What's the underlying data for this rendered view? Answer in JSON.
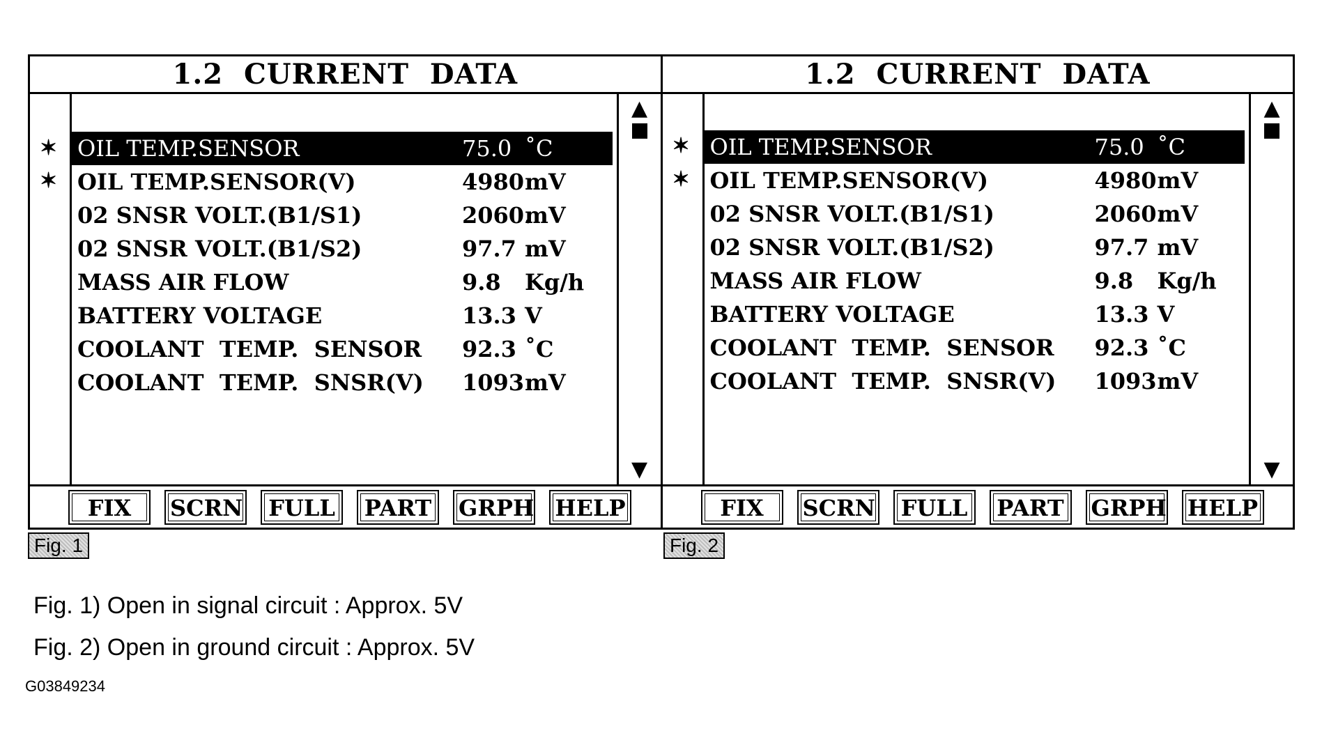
{
  "panels": [
    {
      "title": "1.2  CURRENT  DATA",
      "markers": [
        "✶",
        "✶"
      ],
      "rows": [
        {
          "name": "OIL TEMP.SENSOR",
          "value": "75.0",
          "unit": "˚C",
          "selected": true
        },
        {
          "name": "OIL TEMP.SENSOR(V)",
          "value": "4980",
          "unit": "mV"
        },
        {
          "name": "02 SNSR VOLT.(B1/S1)",
          "value": "2060.",
          "unit": "mV"
        },
        {
          "name": "02 SNSR VOLT.(B1/S2)",
          "value": "97.7",
          "unit": "mV"
        },
        {
          "name": "MASS AIR FLOW",
          "value": "9.8",
          "unit": "Kg/h"
        },
        {
          "name": "BATTERY VOLTAGE",
          "value": "13.3",
          "unit": "V"
        },
        {
          "name": "COOLANT  TEMP.  SENSOR",
          "value": "92.3",
          "unit": "˚C"
        },
        {
          "name": "COOLANT  TEMP.  SNSR(V)",
          "value": "1093",
          "unit": "mV"
        }
      ],
      "scroll": {
        "up": "▲",
        "down": "▼"
      },
      "buttons": [
        "FIX",
        "SCRN",
        "FULL",
        "PART",
        "GRPH",
        "HELP"
      ],
      "fig_label": "Fig. 1"
    },
    {
      "title": "1.2  CURRENT  DATA",
      "markers": [
        "✶",
        "✶"
      ],
      "rows": [
        {
          "name": "OIL TEMP.SENSOR",
          "value": "75.0",
          "unit": "˚C",
          "selected": true
        },
        {
          "name": "OIL TEMP.SENSOR(V)",
          "value": "4980",
          "unit": "mV"
        },
        {
          "name": "02 SNSR VOLT.(B1/S1)",
          "value": "2060.",
          "unit": "mV"
        },
        {
          "name": "02 SNSR VOLT.(B1/S2)",
          "value": "97.7",
          "unit": "mV"
        },
        {
          "name": "MASS AIR FLOW",
          "value": "9.8",
          "unit": "Kg/h"
        },
        {
          "name": "BATTERY VOLTAGE",
          "value": "13.3",
          "unit": "V"
        },
        {
          "name": "COOLANT  TEMP.  SENSOR",
          "value": "92.3",
          "unit": "˚C"
        },
        {
          "name": "COOLANT  TEMP.  SNSR(V)",
          "value": "1093",
          "unit": "mV"
        }
      ],
      "scroll": {
        "up": "▲",
        "down": "▼"
      },
      "buttons": [
        "FIX",
        "SCRN",
        "FULL",
        "PART",
        "GRPH",
        "HELP"
      ],
      "fig_label": "Fig. 2"
    }
  ],
  "captions": [
    "Fig. 1) Open in signal circuit : Approx. 5V",
    "Fig. 2) Open in ground circuit : Approx. 5V"
  ],
  "figure_id": "G03849234"
}
